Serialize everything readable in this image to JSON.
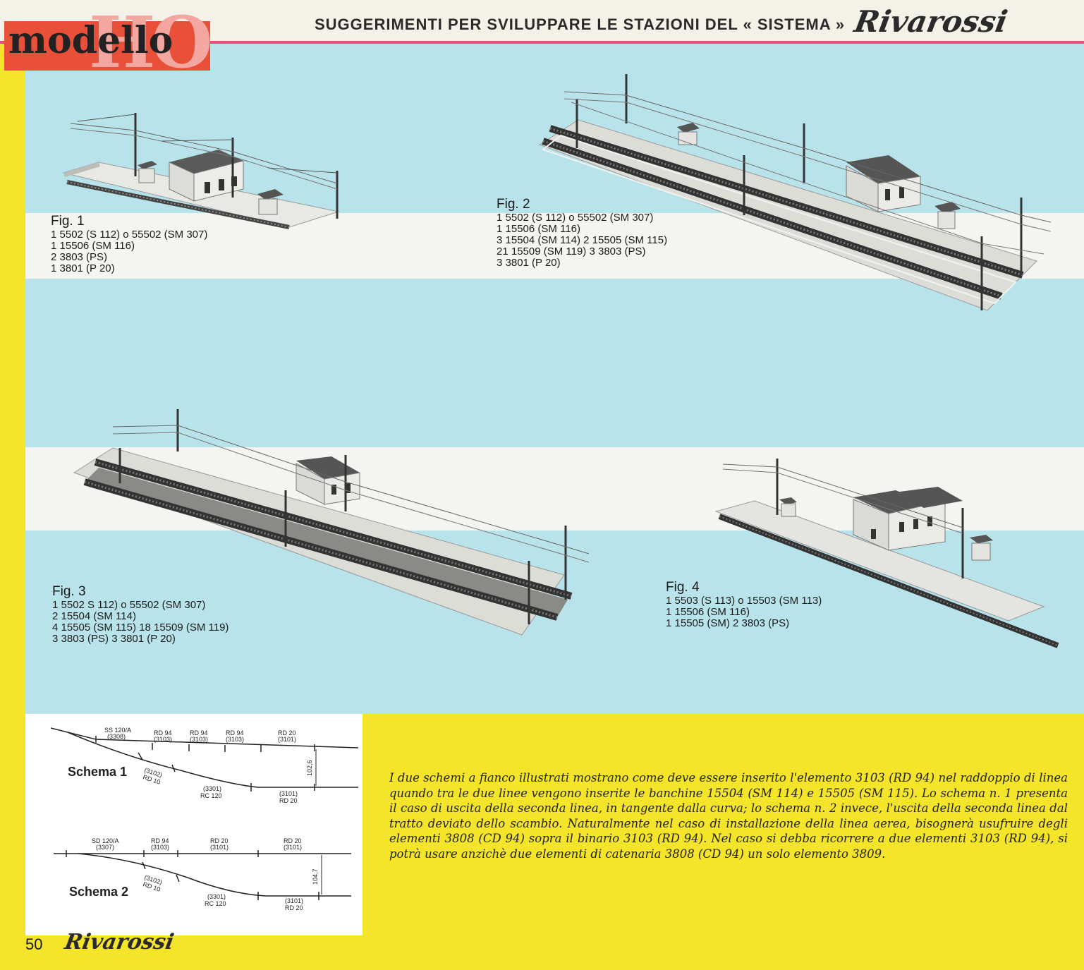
{
  "header": {
    "logo_word": "modello",
    "logo_scale": "HO",
    "title": "SUGGERIMENTI PER SVILUPPARE LE STAZIONI DEL « SISTEMA »",
    "brand": "Rivarossi"
  },
  "figures": [
    {
      "title": "Fig. 1",
      "parts": [
        "1  5502 (S 112) o 55502 (SM 307)",
        "1 15506 (SM 116)",
        "2  3803 (PS)",
        "1  3801 (P 20)"
      ]
    },
    {
      "title": "Fig. 2",
      "parts": [
        "1  5502 (S 112) o 55502 (SM 307)",
        "1 15506 (SM 116)",
        "3 15504 (SM 114)   2 15505 (SM 115)",
        "21 15509 (SM 119)   3  3803 (PS)",
        "3  3801 (P 20)"
      ]
    },
    {
      "title": "Fig. 3",
      "parts": [
        "1  5502 S 112) o 55502 (SM 307)",
        "2 15504 (SM 114)",
        "4 15505 (SM 115)   18 15509 (SM 119)",
        "3  3803 (PS)               3  3801 (P 20)"
      ]
    },
    {
      "title": "Fig. 4",
      "parts": [
        "1  5503 (S 113) o 15503 (SM 113)",
        "1 15506 (SM 116)",
        "1 15505 (SM)         2  3803 (PS)"
      ]
    }
  ],
  "schema1": {
    "name": "Schema 1",
    "top_labels": [
      [
        "SS 120/A",
        "(3308)"
      ],
      [
        "RD 94",
        "(3103)"
      ],
      [
        "RD 94",
        "(3103)"
      ],
      [
        "RD 94",
        "(3103)"
      ],
      [
        "RD 20",
        "(3101)"
      ]
    ],
    "curve_labels": [
      [
        "(3102)",
        "RD 10"
      ],
      [
        "(3301)",
        "RC 120"
      ],
      [
        "(3101)",
        "RD 20"
      ]
    ],
    "dimension": "102,6"
  },
  "schema2": {
    "name": "Schema 2",
    "top_labels": [
      [
        "SD 120/A",
        "(3307)"
      ],
      [
        "RD 94",
        "(3103)"
      ],
      [
        "RD 20",
        "(3101)"
      ],
      [
        "RD 20",
        "(3101)"
      ]
    ],
    "curve_labels": [
      [
        "(3102)",
        "RD 10"
      ],
      [
        "(3301)",
        "RC 120"
      ],
      [
        "(3101)",
        "RD 20"
      ]
    ],
    "dimension": "104,7"
  },
  "body_text": "I due schemi a fianco illustrati mostrano come deve essere inserito l'elemento 3103 (RD 94) nel raddoppio di linea quando tra le due linee vengono inserite le banchine 15504 (SM 114) e 15505 (SM 115). Lo schema n. 1 presenta il caso di uscita della seconda linea, in tangente dalla curva; lo schema n. 2 invece, l'uscita della seconda linea dal tratto deviato dello scambio. Naturalmente nel caso di installazione della linea aerea, bisognerà usufruire degli elementi 3808 (CD 94) sopra il binario 3103 (RD 94). Nel caso si debba ricorrere a due elementi 3103 (RD 94), si potrà usare anzichè due elementi di catenaria 3808 (CD 94) un solo elemento 3809.",
  "footer": {
    "page_number": "50",
    "brand": "Rivarossi"
  },
  "colors": {
    "accent_red": "#e8503a",
    "pink_rule": "#e54d7a",
    "sky_blue": "#b9e3ea",
    "yellow": "#f5e52a"
  }
}
